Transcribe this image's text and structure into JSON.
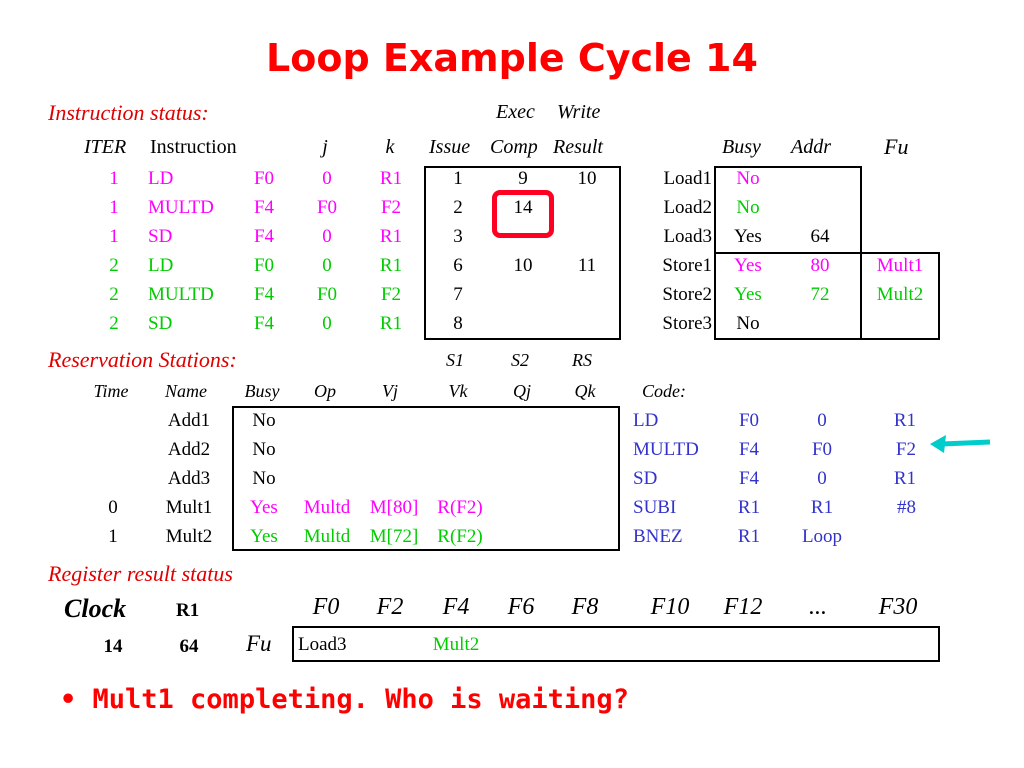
{
  "title": "Loop Example Cycle 14",
  "instruction_status": {
    "label": "Instruction status:",
    "header_top": [
      "Exec",
      "Write"
    ],
    "columns": [
      "ITER",
      "Instruction",
      "j",
      "k",
      "Issue",
      "Comp",
      "Result"
    ],
    "rows": [
      {
        "iter": "1",
        "op": "LD",
        "dest": "F0",
        "j": "0",
        "k": "R1",
        "issue": "1",
        "comp": "9",
        "result": "10"
      },
      {
        "iter": "1",
        "op": "MULTD",
        "dest": "F4",
        "j": "F0",
        "k": "F2",
        "issue": "2",
        "comp": "14",
        "result": ""
      },
      {
        "iter": "1",
        "op": "SD",
        "dest": "F4",
        "j": "0",
        "k": "R1",
        "issue": "3",
        "comp": "",
        "result": ""
      },
      {
        "iter": "2",
        "op": "LD",
        "dest": "F0",
        "j": "0",
        "k": "R1",
        "issue": "6",
        "comp": "10",
        "result": "11"
      },
      {
        "iter": "2",
        "op": "MULTD",
        "dest": "F4",
        "j": "F0",
        "k": "F2",
        "issue": "7",
        "comp": "",
        "result": ""
      },
      {
        "iter": "2",
        "op": "SD",
        "dest": "F4",
        "j": "0",
        "k": "R1",
        "issue": "8",
        "comp": "",
        "result": ""
      }
    ]
  },
  "buffers": {
    "columns": [
      "Busy",
      "Addr",
      "Fu"
    ],
    "rows": [
      {
        "name": "Load1",
        "busy": "No",
        "addr": "",
        "fu": ""
      },
      {
        "name": "Load2",
        "busy": "No",
        "addr": "",
        "fu": ""
      },
      {
        "name": "Load3",
        "busy": "Yes",
        "addr": "64",
        "fu": ""
      },
      {
        "name": "Store1",
        "busy": "Yes",
        "addr": "80",
        "fu": "Mult1"
      },
      {
        "name": "Store2",
        "busy": "Yes",
        "addr": "72",
        "fu": "Mult2"
      },
      {
        "name": "Store3",
        "busy": "No",
        "addr": "",
        "fu": ""
      }
    ]
  },
  "reservation_stations": {
    "label": "Reservation Stations:",
    "header_top": [
      "S1",
      "S2",
      "RS"
    ],
    "columns": [
      "Time",
      "Name",
      "Busy",
      "Op",
      "Vj",
      "Vk",
      "Qj",
      "Qk"
    ],
    "rows": [
      {
        "time": "",
        "name": "Add1",
        "busy": "No",
        "op": "",
        "vj": "",
        "vk": ""
      },
      {
        "time": "",
        "name": "Add2",
        "busy": "No",
        "op": "",
        "vj": "",
        "vk": ""
      },
      {
        "time": "",
        "name": "Add3",
        "busy": "No",
        "op": "",
        "vj": "",
        "vk": ""
      },
      {
        "time": "0",
        "name": "Mult1",
        "busy": "Yes",
        "op": "Multd",
        "vj": "M[80]",
        "vk": "R(F2)"
      },
      {
        "time": "1",
        "name": "Mult2",
        "busy": "Yes",
        "op": "Multd",
        "vj": "M[72]",
        "vk": "R(F2)"
      }
    ]
  },
  "code": {
    "label": "Code:",
    "rows": [
      [
        "LD",
        "F0",
        "0",
        "R1"
      ],
      [
        "MULTD",
        "F4",
        "F0",
        "F2"
      ],
      [
        "SD",
        "F4",
        "0",
        "R1"
      ],
      [
        "SUBI",
        "R1",
        "R1",
        "#8"
      ],
      [
        "BNEZ",
        "R1",
        "Loop",
        ""
      ]
    ]
  },
  "register_status": {
    "label": "Register result status",
    "clock_label": "Clock",
    "r1_label": "R1",
    "clock_value": "14",
    "r1_value": "64",
    "fu_label": "Fu",
    "registers": [
      "F0",
      "F2",
      "F4",
      "F6",
      "F8",
      "F10",
      "F12",
      "...",
      "F30"
    ],
    "fu_values": [
      "Load3",
      "",
      "Mult2",
      "",
      "",
      "",
      "",
      "",
      ""
    ]
  },
  "bullet": "Mult1 completing.  Who is waiting?",
  "colors": {
    "title": "#ff0000",
    "iter1": "#ff00ff",
    "iter2": "#00cc00",
    "code": "#3333cc",
    "arrow": "#00cccc",
    "highlight": "#ff0022"
  }
}
